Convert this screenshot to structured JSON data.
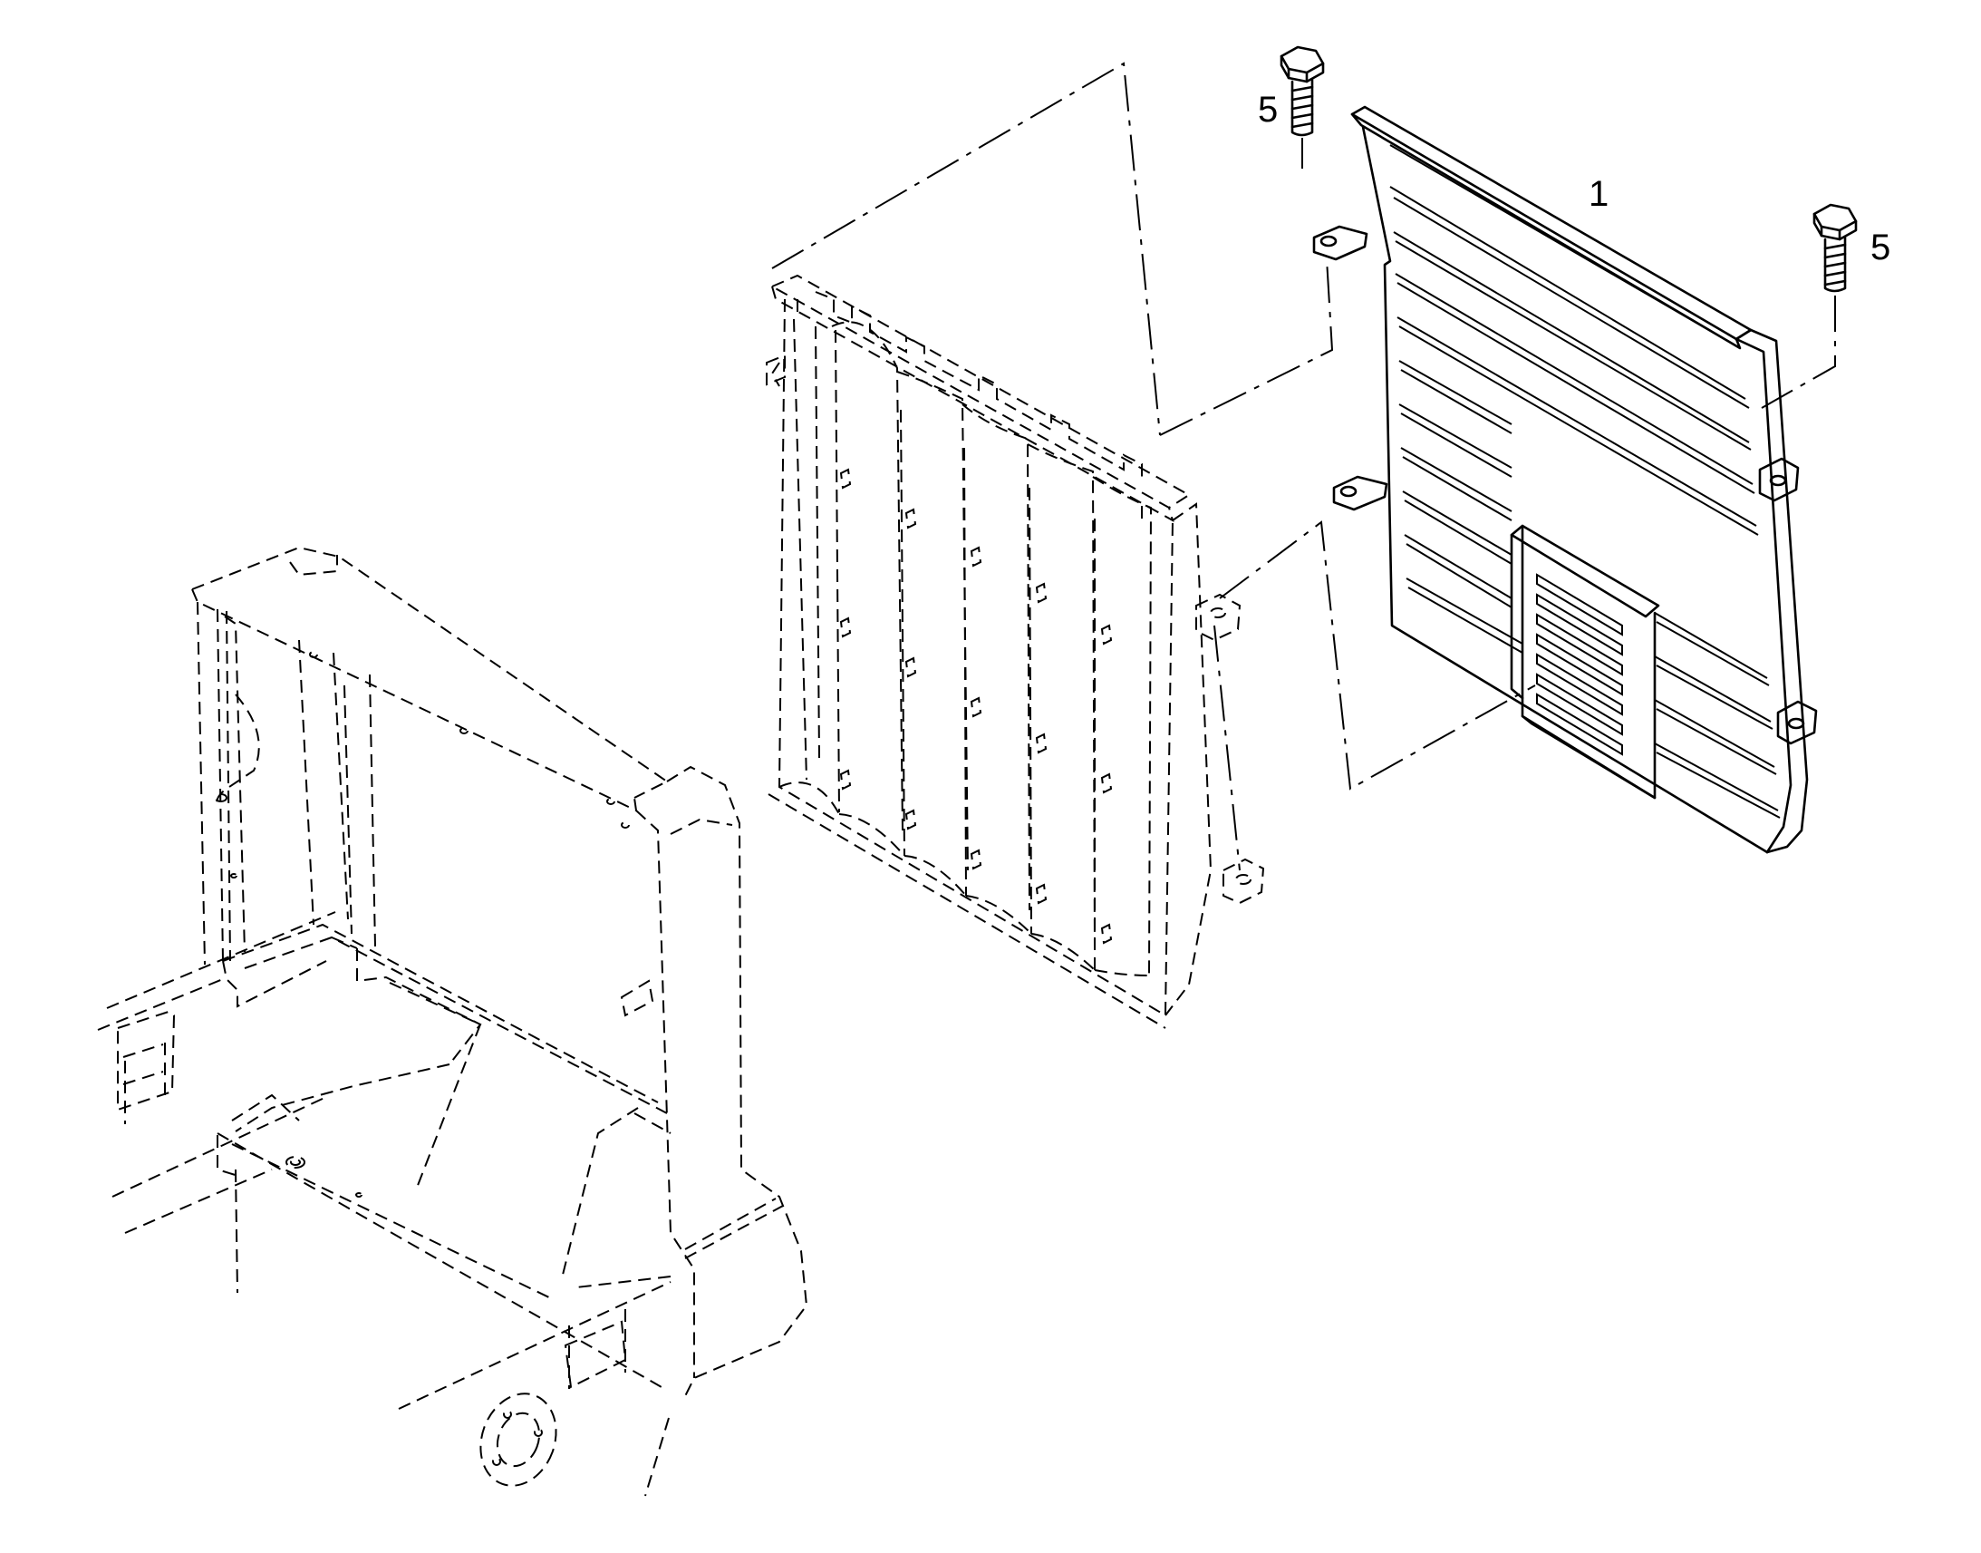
{
  "drawing": {
    "callouts": {
      "grille": "1",
      "bolt_upper_left": "5",
      "bolt_right": "5"
    }
  }
}
